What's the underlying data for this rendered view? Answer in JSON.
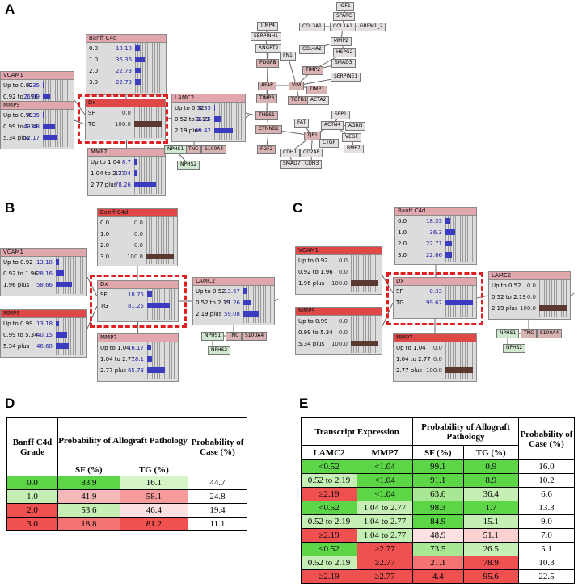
{
  "panel_letters": [
    "A",
    "B",
    "C",
    "D",
    "E"
  ],
  "network_A": {
    "genes": [
      "IGF1",
      "SPARC",
      "COL3A1",
      "COL1A1",
      "GREM1_2",
      "TIMP4",
      "SERPINH1",
      "COL4A2",
      "MMP2",
      "ANGPT2",
      "FN1",
      "HSPG2",
      "PDGFB",
      "SMAD3",
      "TIMP2",
      "SERPINE1",
      "AFAP",
      "VIM",
      "TIMP1",
      "TIMP3",
      "TGFB1",
      "ACTA2",
      "THBS1",
      "SPP1",
      "ACTN4",
      "AGRN",
      "FAT",
      "CTNNB1",
      "TJP1",
      "VEGF",
      "FGF2",
      "CTGF",
      "BMP7",
      "CDH1",
      "CD2AP",
      "SMAD7",
      "CDH3",
      "TNC",
      "S100A4",
      "NPHS1",
      "NPHS2"
    ]
  },
  "tables": {
    "D": {
      "col_grade": "Banff C4d Grade",
      "col_prob": "Probability of Allograft Pathology",
      "col_sf": "SF (%)",
      "col_tg": "TG (%)",
      "col_case": "Probability of Case (%)",
      "rows": [
        {
          "g": "0.0",
          "sf": "83.9",
          "tg": "16.1",
          "c": "44.7",
          "csf": "#5cd646",
          "ctg": "#d5f5c8"
        },
        {
          "g": "1.0",
          "sf": "41.9",
          "tg": "58.1",
          "c": "24.8",
          "csf": "#f6b9b9",
          "ctg": "#f79a9a"
        },
        {
          "g": "2.0",
          "sf": "53.6",
          "tg": "46.4",
          "c": "19.4",
          "csf": "#c6efb5",
          "ctg": "#fde1e1"
        },
        {
          "g": "3.0",
          "sf": "18.8",
          "tg": "81.2",
          "c": "11.1",
          "csf": "#f47474",
          "ctg": "#ef5050"
        }
      ],
      "grade_colors": [
        "#5cd646",
        "#c6efb5",
        "#ef5050",
        "#ef5050"
      ]
    },
    "E": {
      "col_transcript": "Transcript Expression",
      "col_prob": "Probability of Allograft Pathology",
      "col_case": "Probability of Case (%)",
      "col_lamc2": "LAMC2",
      "col_mmp7": "MMP7",
      "col_sf": "SF (%)",
      "col_tg": "TG (%)",
      "rows": [
        {
          "l": "<0.52",
          "m": "<1.04",
          "sf": "99.1",
          "tg": "0.9",
          "c": "16.0",
          "cl": "#5cd646",
          "cm": "#5cd646",
          "csf": "#5cd646",
          "ctg": "#5cd646"
        },
        {
          "l": "0.52 to 2.19",
          "m": "<1.04",
          "sf": "91.1",
          "tg": "8.9",
          "c": "10.2",
          "cl": "#c6efb5",
          "cm": "#5cd646",
          "csf": "#5cd646",
          "ctg": "#5cd646"
        },
        {
          "l": "≥2.19",
          "m": "<1.04",
          "sf": "63.6",
          "tg": "36.4",
          "c": "6.6",
          "cl": "#ef5050",
          "cm": "#5cd646",
          "csf": "#a8e895",
          "ctg": "#c6efb5"
        },
        {
          "l": "<0.52",
          "m": "1.04 to 2.77",
          "sf": "98.3",
          "tg": "1.7",
          "c": "13.3",
          "cl": "#5cd646",
          "cm": "#c6efb5",
          "csf": "#5cd646",
          "ctg": "#5cd646"
        },
        {
          "l": "0.52 to 2.19",
          "m": "1.04 to 2.77",
          "sf": "84.9",
          "tg": "15.1",
          "c": "9.0",
          "cl": "#c6efb5",
          "cm": "#c6efb5",
          "csf": "#5cd646",
          "ctg": "#c6efb5"
        },
        {
          "l": "≥2.19",
          "m": "1.04 to 2.77",
          "sf": "48.9",
          "tg": "51.1",
          "c": "7.0",
          "cl": "#ef5050",
          "cm": "#c6efb5",
          "csf": "#fde1e1",
          "ctg": "#fbd1d1"
        },
        {
          "l": "<0.52",
          "m": "≥2.77",
          "sf": "73.5",
          "tg": "26.5",
          "c": "5.1",
          "cl": "#5cd646",
          "cm": "#ef5050",
          "csf": "#a8e895",
          "ctg": "#c6efb5"
        },
        {
          "l": "0.52 to 2.19",
          "m": "≥2.77",
          "sf": "21.1",
          "tg": "78.9",
          "c": "10.3",
          "cl": "#c6efb5",
          "cm": "#ef5050",
          "csf": "#f47474",
          "ctg": "#ef5050"
        },
        {
          "l": "≥2.19",
          "m": "≥2.77",
          "sf": "4.4",
          "tg": "95.6",
          "c": "22.5",
          "cl": "#ef5050",
          "cm": "#ef5050",
          "csf": "#ef5050",
          "ctg": "#ef5050"
        }
      ]
    }
  },
  "nodes": {
    "A": {
      "banff": {
        "title": "Banff C4d",
        "rows": [
          {
            "l": "0.0",
            "v": "18.18",
            "f": 0.18
          },
          {
            "l": "1.0",
            "v": "36.36",
            "f": 0.36
          },
          {
            "l": "2.0",
            "v": "22.73",
            "f": 0.23
          },
          {
            "l": "3.0",
            "v": "22.73",
            "f": 0.23
          }
        ]
      },
      "vcam1": {
        "title": "VCAM1",
        "rows": [
          {
            "l": "Up to 0.92",
            "v": "4.35",
            "f": 0.04
          },
          {
            "l": "0.92 to 1.96",
            "v": "26.09",
            "f": 0.26
          },
          {
            "l": "1.96 plus",
            "v": "69.57",
            "f": 0.7
          }
        ]
      },
      "dx": {
        "title": "Dx",
        "rows": [
          {
            "l": "SF",
            "v": "0.0",
            "f": 0,
            "ev": true
          },
          {
            "l": "TG",
            "v": "100.0",
            "f": 1,
            "ev": true
          }
        ]
      },
      "mmp9": {
        "title": "MMP9",
        "rows": [
          {
            "l": "Up to 0.99",
            "v": "4.35",
            "f": 0.04
          },
          {
            "l": "0.99 to 5.34",
            "v": "43.48",
            "f": 0.43
          },
          {
            "l": "5.34 plus",
            "v": "52.17",
            "f": 0.52
          }
        ]
      },
      "mmp7": {
        "title": "MMP7",
        "rows": [
          {
            "l": "Up to 1.04",
            "v": "8.7",
            "f": 0.09
          },
          {
            "l": "1.04 to 2.77",
            "v": "13.04",
            "f": 0.13
          },
          {
            "l": "2.77 plus",
            "v": "78.26",
            "f": 0.78
          }
        ]
      },
      "lamc2": {
        "title": "LAMC2",
        "rows": [
          {
            "l": "Up to 0.52",
            "v": "4.35",
            "f": 0.04
          },
          {
            "l": "0.52 to 2.19",
            "v": "26.25",
            "f": 0.26
          },
          {
            "l": "2.19 plus",
            "v": "69.42",
            "f": 0.69
          }
        ]
      }
    },
    "B": {
      "banff": {
        "title": "Banff C4d",
        "rows": [
          {
            "l": "0.0",
            "v": "0.0",
            "f": 0,
            "ev": true
          },
          {
            "l": "1.0",
            "v": "0.0",
            "f": 0,
            "ev": true
          },
          {
            "l": "2.0",
            "v": "0.0",
            "f": 0,
            "ev": true
          },
          {
            "l": "3.0",
            "v": "100.0",
            "f": 1,
            "ev": true
          }
        ]
      },
      "vcam1": {
        "title": "VCAM1",
        "rows": [
          {
            "l": "Up to 0.92",
            "v": "13.18",
            "f": 0.13
          },
          {
            "l": "0.92 to 1.96",
            "v": "28.16",
            "f": 0.28
          },
          {
            "l": "1.96 plus",
            "v": "58.66",
            "f": 0.59
          }
        ]
      },
      "dx": {
        "title": "Dx",
        "rows": [
          {
            "l": "SF",
            "v": "18.75",
            "f": 0.19
          },
          {
            "l": "TG",
            "v": "81.25",
            "f": 0.81
          }
        ]
      },
      "mmp9": {
        "title": "MMP9",
        "rows": [
          {
            "l": "Up to 0.99",
            "v": "13.18",
            "f": 0.13
          },
          {
            "l": "0.99 to 5.34",
            "v": "40.15",
            "f": 0.4
          },
          {
            "l": "5.34 plus",
            "v": "46.68",
            "f": 0.47
          }
        ]
      },
      "mmp7": {
        "title": "MMP7",
        "rows": [
          {
            "l": "Up to 1.04",
            "v": "16.17",
            "f": 0.16
          },
          {
            "l": "1.04 to 2.77",
            "v": "18.1",
            "f": 0.18
          },
          {
            "l": "2.77 plus",
            "v": "65.73",
            "f": 0.66
          }
        ]
      },
      "lamc2": {
        "title": "LAMC2",
        "rows": [
          {
            "l": "Up to 0.52",
            "v": "13.67",
            "f": 0.14
          },
          {
            "l": "0.52 to 2.19",
            "v": "27.26",
            "f": 0.27
          },
          {
            "l": "2.19 plus",
            "v": "59.08",
            "f": 0.59
          }
        ]
      }
    },
    "C": {
      "banff": {
        "title": "Banff C4d",
        "rows": [
          {
            "l": "0.0",
            "v": "18.33",
            "f": 0.18
          },
          {
            "l": "1.0",
            "v": "36.3",
            "f": 0.36
          },
          {
            "l": "2.0",
            "v": "22.71",
            "f": 0.23
          },
          {
            "l": "3.0",
            "v": "22.66",
            "f": 0.23
          }
        ]
      },
      "vcam1": {
        "title": "VCAM1",
        "rows": [
          {
            "l": "Up to 0.92",
            "v": "0.0",
            "f": 0,
            "ev": true
          },
          {
            "l": "0.92 to 1.96",
            "v": "0.0",
            "f": 0,
            "ev": true
          },
          {
            "l": "1.96 plus",
            "v": "100.0",
            "f": 1,
            "ev": true
          }
        ]
      },
      "dx": {
        "title": "Dx",
        "rows": [
          {
            "l": "SF",
            "v": "0.33",
            "f": 0.01
          },
          {
            "l": "TG",
            "v": "99.67",
            "f": 0.99
          }
        ]
      },
      "mmp9": {
        "title": "MMP9",
        "rows": [
          {
            "l": "Up to 0.99",
            "v": "0.0",
            "f": 0,
            "ev": true
          },
          {
            "l": "0.99 to 5.34",
            "v": "0.0",
            "f": 0,
            "ev": true
          },
          {
            "l": "5.34 plus",
            "v": "100.0",
            "f": 1,
            "ev": true
          }
        ]
      },
      "mmp7": {
        "title": "MMP7",
        "rows": [
          {
            "l": "Up to 1.04",
            "v": "0.0",
            "f": 0,
            "ev": true
          },
          {
            "l": "1.04 to 2.77",
            "v": "0.0",
            "f": 0,
            "ev": true
          },
          {
            "l": "2.77 plus",
            "v": "100.0",
            "f": 1,
            "ev": true
          }
        ]
      },
      "lamc2": {
        "title": "LAMC2",
        "rows": [
          {
            "l": "Up to 0.52",
            "v": "0.0",
            "f": 0,
            "ev": true
          },
          {
            "l": "0.52 to 2.19",
            "v": "0.0",
            "f": 0,
            "ev": true
          },
          {
            "l": "2.19 plus",
            "v": "100.0",
            "f": 1,
            "ev": true
          }
        ]
      }
    }
  },
  "colors": {
    "title_red": "#e04848",
    "title_pink": "#e2a7ad",
    "bar_blue": "#3b3bbf",
    "bar_evidence": "#5a3a30",
    "dash_red": "#e02020"
  }
}
